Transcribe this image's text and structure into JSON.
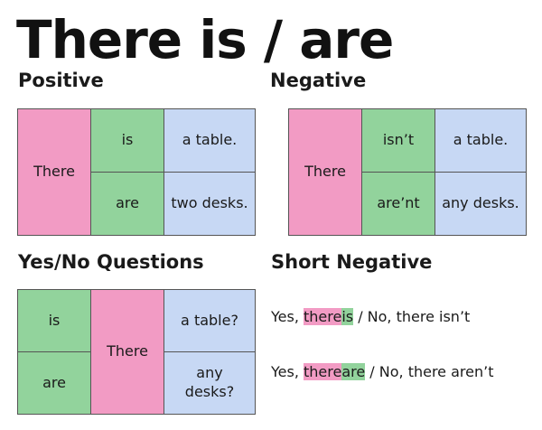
{
  "title": "There is / are",
  "positive": {
    "heading": "Positive",
    "subject": "There",
    "row1": {
      "verb": "is",
      "object": "a table."
    },
    "row2": {
      "verb": "are",
      "object": "two desks."
    }
  },
  "negative": {
    "heading": "Negative",
    "subject": "There",
    "row1": {
      "verb": "isn’t",
      "object": "a table."
    },
    "row2": {
      "verb": "are’nt",
      "object": "any desks."
    }
  },
  "questions": {
    "heading": "Yes/No Questions",
    "subject": "There",
    "row1": {
      "verb": "is",
      "object": "a table?"
    },
    "row2": {
      "verb": "are",
      "object": "any desks?"
    }
  },
  "short_negative": {
    "heading": "Short Negative",
    "line1": {
      "lead": "Yes, ",
      "there": "there",
      "verb": "is",
      "rest": " / No, there isn’t"
    },
    "line2": {
      "lead": "Yes, ",
      "there": "there",
      "verb": "are",
      "rest": " / No, there aren’t"
    }
  },
  "colors": {
    "subject_pink": "#f29bc4",
    "verb_green": "#92d39c",
    "object_blue": "#c7d8f4"
  }
}
